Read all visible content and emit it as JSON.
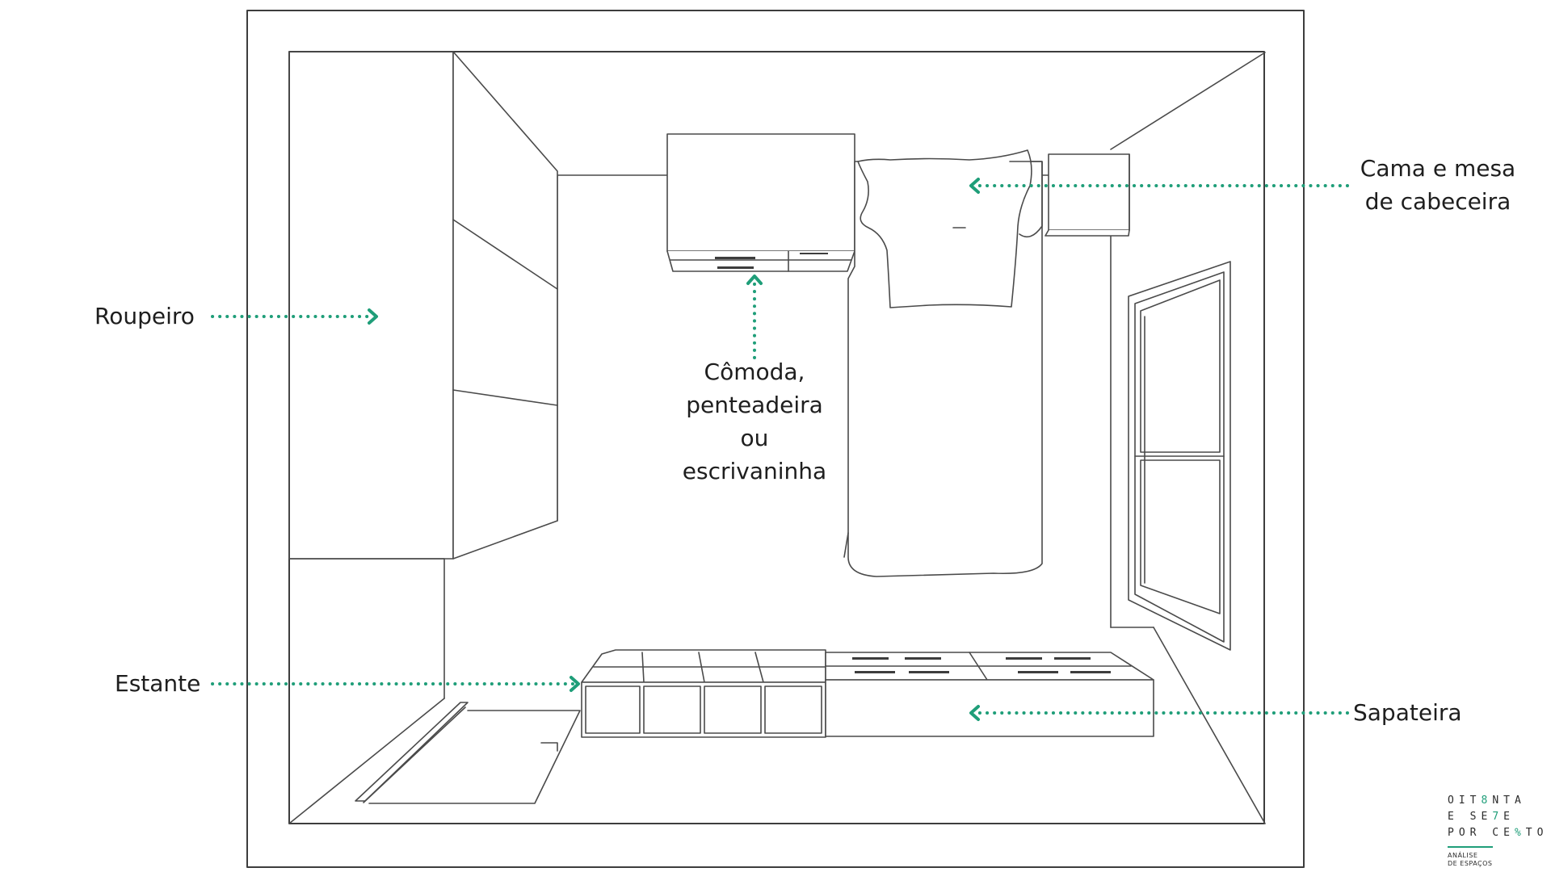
{
  "labels": {
    "wardrobe": "Roupeiro",
    "bed": [
      "Cama e mesa",
      "de cabeceira"
    ],
    "dresser": [
      "Cômoda,",
      "penteadeira",
      "ou",
      "escrivaninha"
    ],
    "bookshelf": "Estante",
    "shoe_rack": "Sapateira"
  },
  "logo": {
    "line1": [
      "OIT",
      "8",
      "NTA"
    ],
    "line2": [
      "E SE",
      "7",
      "E"
    ],
    "line3": [
      "POR CE",
      "%",
      "TO"
    ],
    "subtitle1": "ANÁLISE",
    "subtitle2": "DE ESPAÇOS"
  },
  "colors": {
    "accent": "#1f9e79",
    "line": "#3d3d3d",
    "text": "#1e1e1e"
  }
}
